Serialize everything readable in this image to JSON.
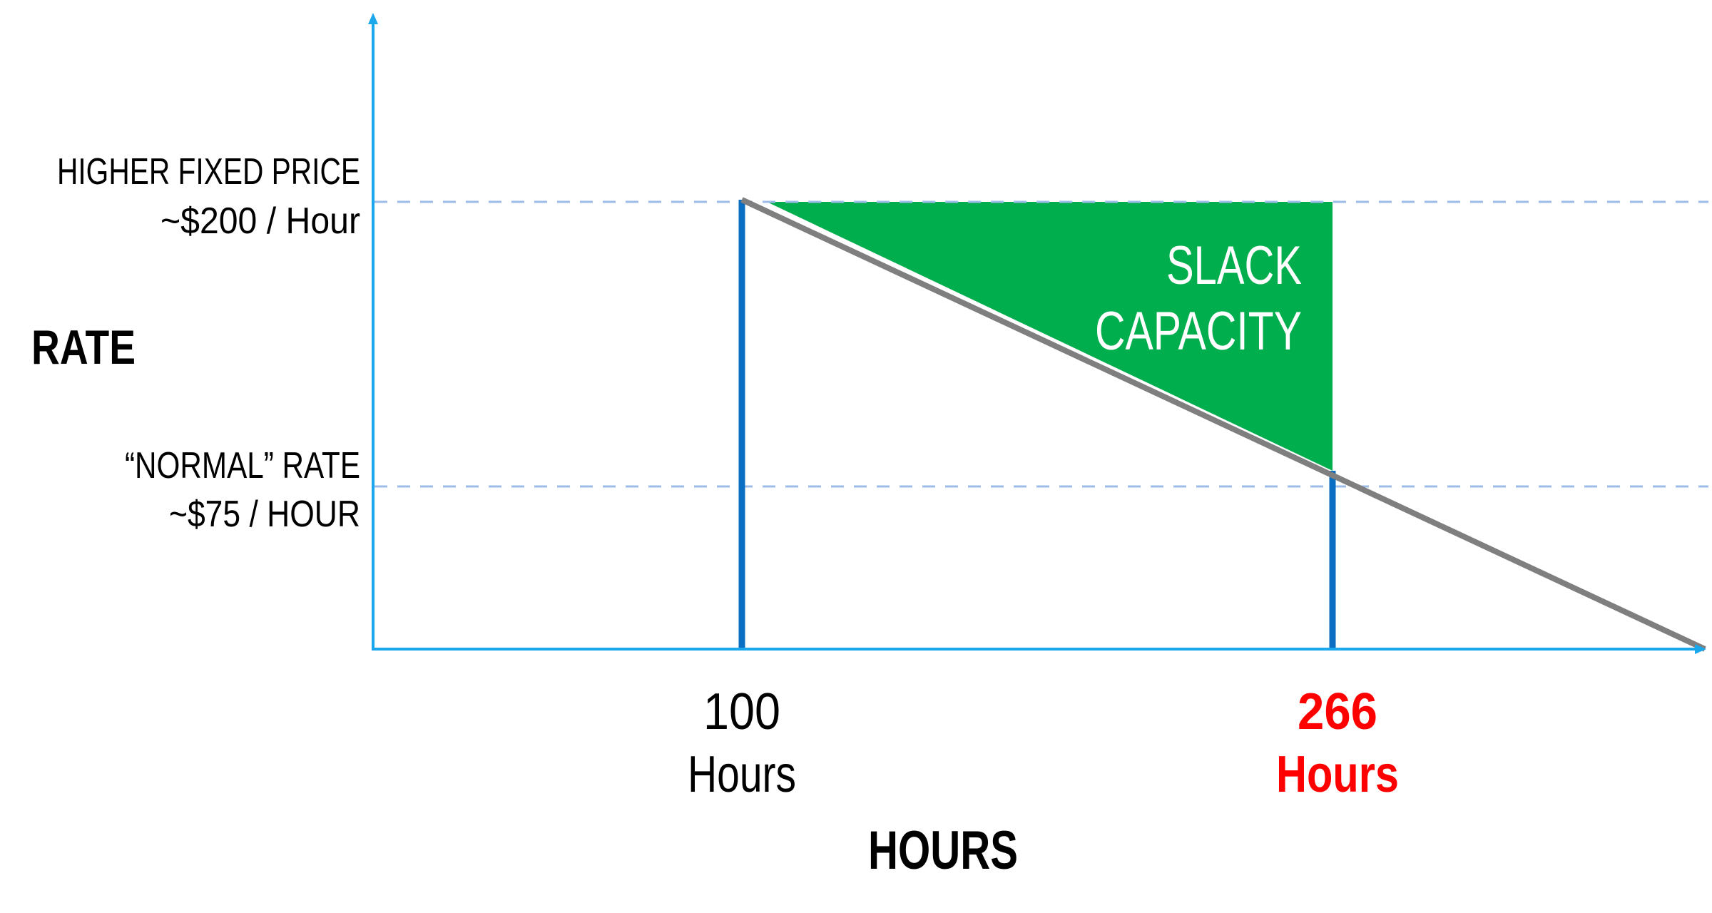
{
  "y_axis": {
    "title": "RATE",
    "levels": [
      {
        "line1": "HIGHER FIXED PRICE",
        "line2": "~$200 / Hour"
      },
      {
        "line1": "“NORMAL” RATE",
        "line2": "~$75 / HOUR"
      }
    ]
  },
  "x_axis": {
    "title": "HOURS",
    "markers": [
      {
        "value": "100",
        "unit": "Hours"
      },
      {
        "value": "266",
        "unit": "Hours"
      }
    ]
  },
  "region": {
    "line1": "SLACK",
    "line2": "CAPACITY"
  },
  "colors": {
    "axis": "#1aa7ec",
    "guide": "#9dbde6",
    "marker": "#0a6fc2",
    "demand_line": "#7f7f7f",
    "slack_fill": "#00ae4d",
    "slack_text": "#ffffff",
    "highlight_text": "#ff0000",
    "text": "#000000"
  }
}
